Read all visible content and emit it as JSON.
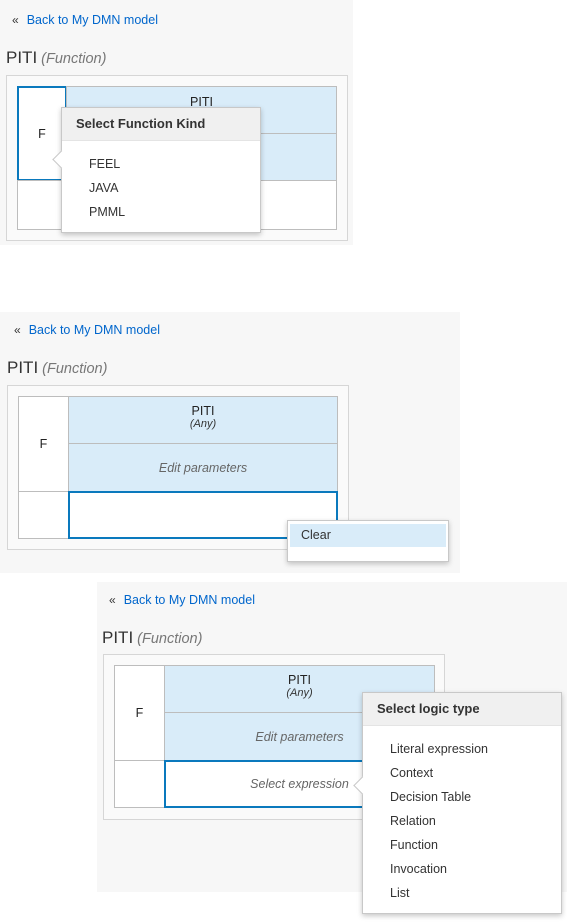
{
  "nav": {
    "chevron": "«",
    "back_label": "Back to My DMN model"
  },
  "expression": {
    "name": "PITI",
    "kind": "(Function)",
    "function_kind_letter": "F",
    "type_ref": "(Any)",
    "parameters_placeholder": "Edit parameters",
    "body_placeholder": "Select expression"
  },
  "function_kind_popover": {
    "title": "Select Function Kind",
    "items": [
      "FEEL",
      "JAVA",
      "PMML"
    ]
  },
  "context_menu": {
    "items": [
      "Clear"
    ]
  },
  "logic_type_popover": {
    "title": "Select logic type",
    "items": [
      "Literal expression",
      "Context",
      "Decision Table",
      "Relation",
      "Function",
      "Invocation",
      "List"
    ]
  },
  "colors": {
    "accent": "#0a79bd",
    "link": "#0066cc",
    "header_cell": "#d9ecf9",
    "panel": "#f7f7f7"
  }
}
